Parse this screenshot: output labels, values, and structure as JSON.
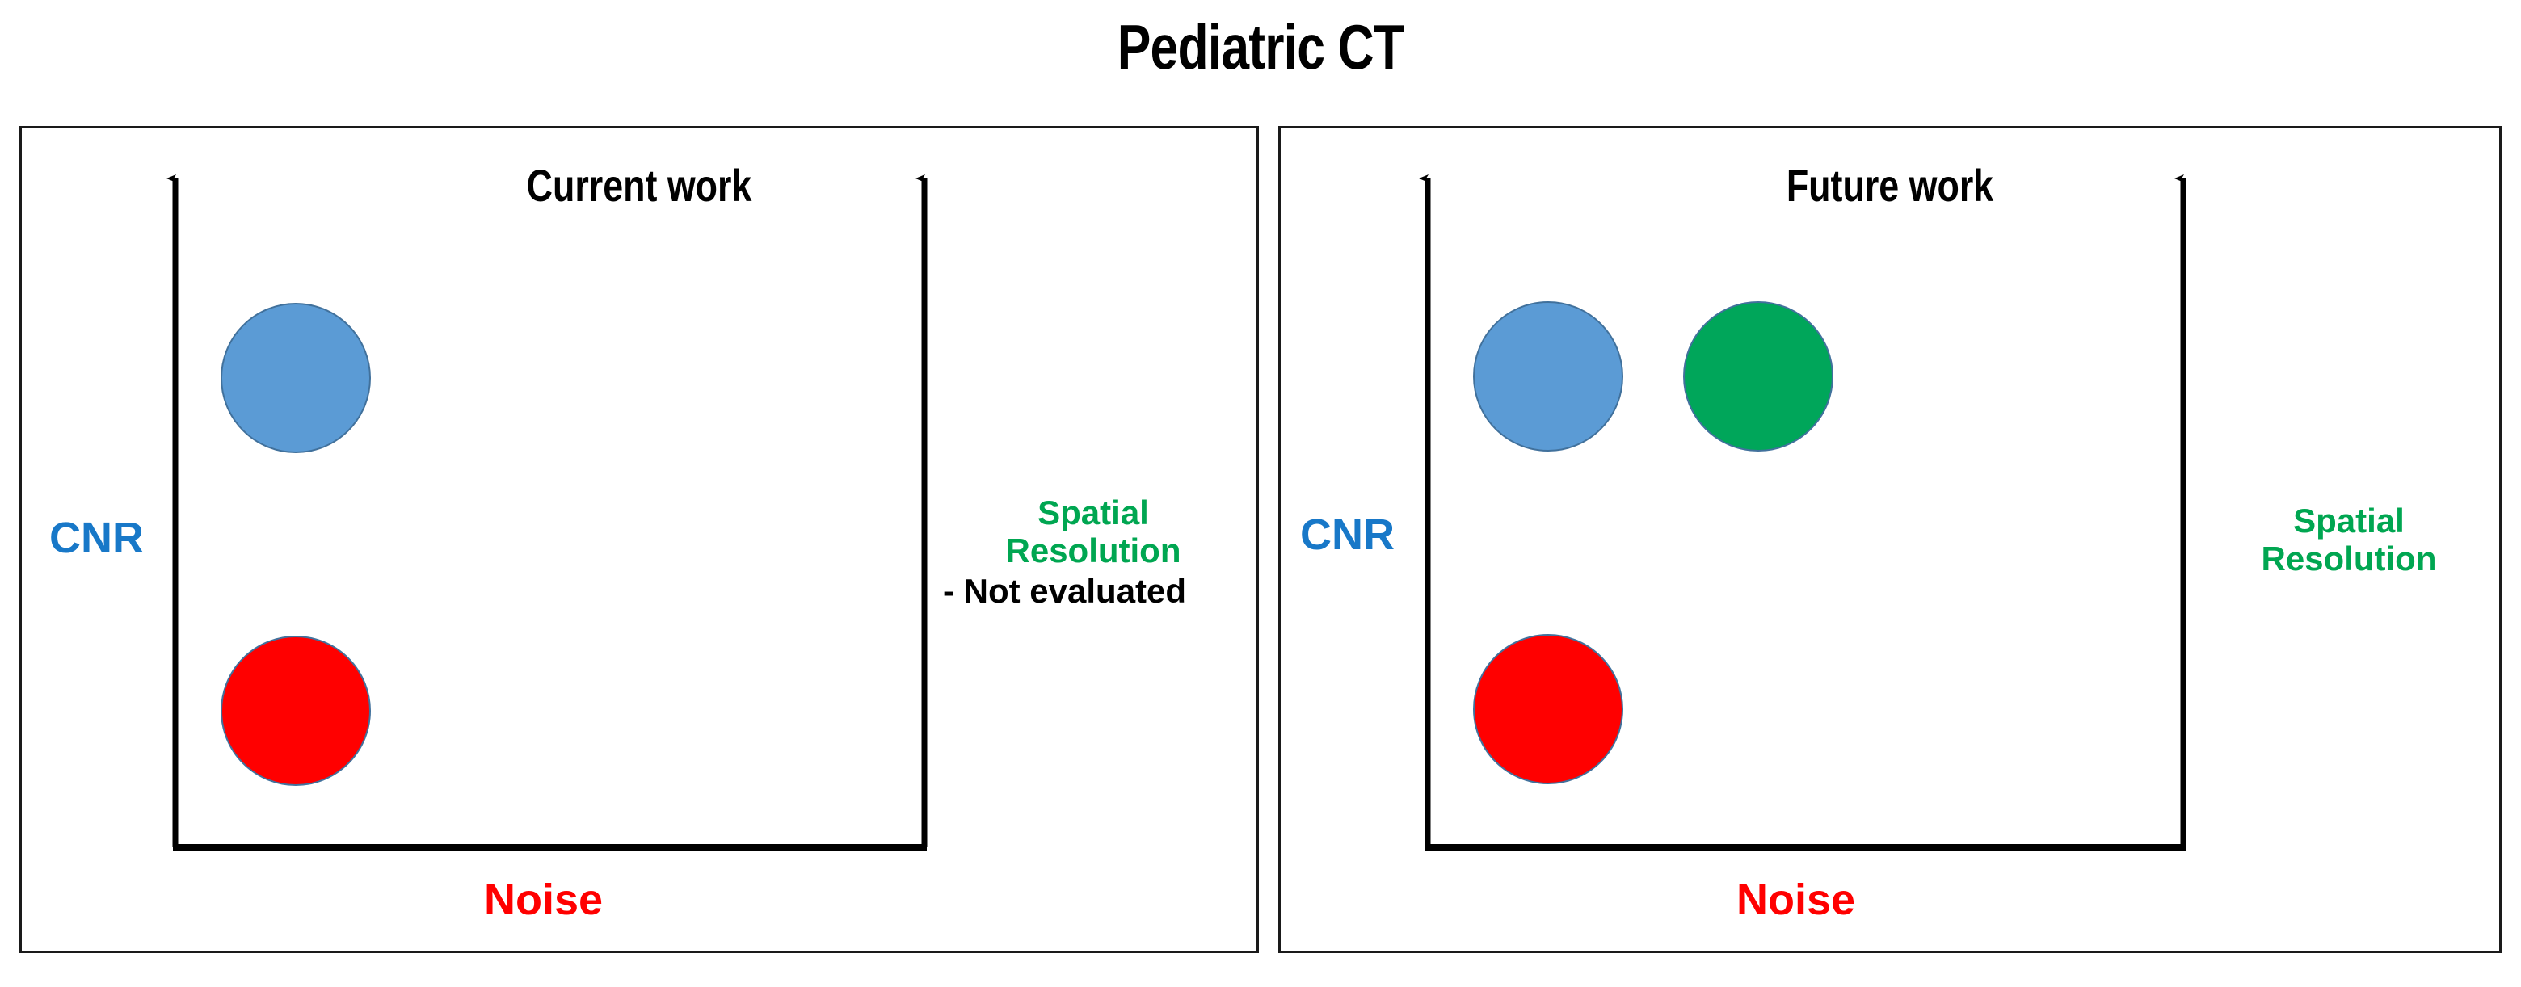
{
  "title": "Pediatric CT",
  "colors": {
    "cnr": "#1878C8",
    "noise": "#FF0000",
    "spatial": "#00A651",
    "bubble_blue": "#5B9BD5",
    "bubble_red": "#FF0000",
    "bubble_green": "#00A65A",
    "axis": "#000000",
    "panel_border": "#1A1A1A",
    "note_text": "#000000",
    "background": "#FFFFFF"
  },
  "panels": [
    {
      "id": "current-work",
      "title": "Current work",
      "y_axis_label": "CNR",
      "x_axis_label": "Noise",
      "secondary_axis_label": "Spatial Resolution",
      "secondary_axis_label_line1": "Spatial",
      "secondary_axis_label_line2": "Resolution",
      "secondary_axis_note": "- Not evaluated",
      "bubbles": [
        {
          "name": "cnr-bubble",
          "color": "blue",
          "label": ""
        },
        {
          "name": "noise-bubble",
          "color": "red",
          "label": ""
        }
      ]
    },
    {
      "id": "future-work",
      "title": "Future work",
      "y_axis_label": "CNR",
      "x_axis_label": "Noise",
      "secondary_axis_label": "Spatial Resolution",
      "secondary_axis_label_line1": "Spatial",
      "secondary_axis_label_line2": "Resolution",
      "secondary_axis_note": "",
      "bubbles": [
        {
          "name": "cnr-bubble",
          "color": "blue",
          "label": ""
        },
        {
          "name": "spatial-bubble",
          "color": "green",
          "label": ""
        },
        {
          "name": "noise-bubble",
          "color": "red",
          "label": ""
        }
      ]
    }
  ],
  "chart_data": {
    "type": "scatter",
    "title": "Pediatric CT",
    "xlabel": "Noise",
    "ylabel": "CNR",
    "secondary_ylabel": "Spatial Resolution",
    "grid": false,
    "legend": "none",
    "panels": [
      {
        "name": "Current work",
        "points": [
          {
            "series": "CNR",
            "color": "#5B9BD5",
            "x": 0.15,
            "y": 0.78,
            "size": 0.16,
            "evaluated": true
          },
          {
            "series": "Noise",
            "color": "#FF0000",
            "x": 0.15,
            "y": 0.27,
            "size": 0.16,
            "evaluated": true
          }
        ],
        "annotations": [
          {
            "text": "Spatial Resolution",
            "color": "#00A651"
          },
          {
            "text": "- Not evaluated",
            "color": "#000000"
          }
        ]
      },
      {
        "name": "Future work",
        "points": [
          {
            "series": "CNR",
            "color": "#5B9BD5",
            "x": 0.15,
            "y": 0.78,
            "size": 0.16,
            "evaluated": true
          },
          {
            "series": "Spatial Resolution",
            "color": "#00A65A",
            "x": 0.4,
            "y": 0.78,
            "size": 0.16,
            "evaluated": true
          },
          {
            "series": "Noise",
            "color": "#FF0000",
            "x": 0.15,
            "y": 0.27,
            "size": 0.16,
            "evaluated": true
          }
        ],
        "annotations": [
          {
            "text": "Spatial Resolution",
            "color": "#00A651"
          }
        ]
      }
    ]
  }
}
